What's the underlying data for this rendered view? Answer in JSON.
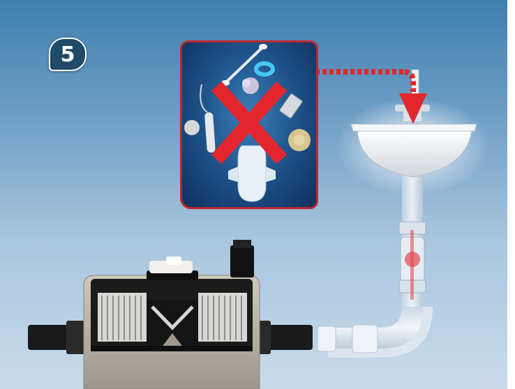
{
  "step": {
    "number": "5"
  },
  "colors": {
    "badge": "#1f4a68",
    "warning_red": "#c0262d",
    "panel_blue": "#1c4f86",
    "pump_beige": "#b9b2a5",
    "pipe": "#e6eef4"
  },
  "icons": [
    "forbidden-cross-icon",
    "flow-arrow-icon"
  ],
  "forbidden_items": [
    "cotton-swab",
    "hair-tie",
    "tissue-paper",
    "tampon",
    "cotton-ball",
    "razor-blade",
    "condom",
    "sanitary-pad"
  ]
}
